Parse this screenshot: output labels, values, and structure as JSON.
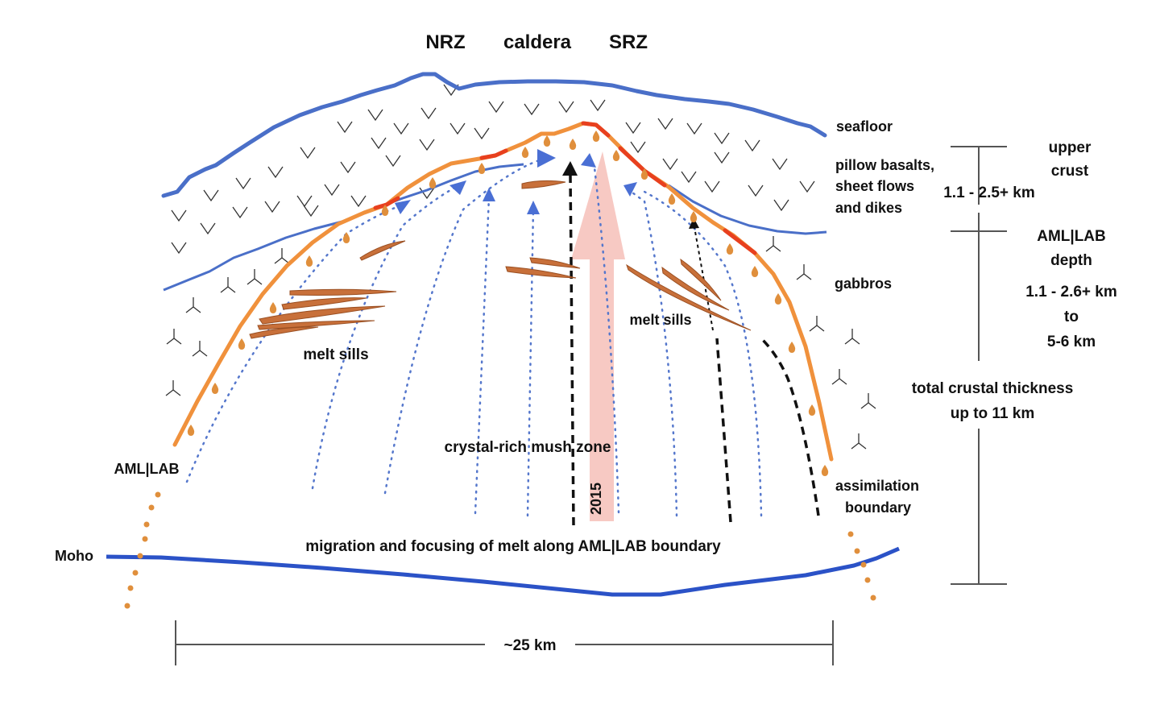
{
  "diagram": {
    "top_labels": {
      "nrz": "NRZ",
      "caldera": "caldera",
      "srz": "SRZ"
    },
    "right_labels": {
      "seafloor": "seafloor",
      "upper_crust_desc": [
        "pillow basalts,",
        "sheet flows",
        "and dikes"
      ],
      "gabbros": "gabbros",
      "assimilation_boundary": [
        "assimilation",
        "boundary"
      ]
    },
    "scale_labels": {
      "upper_crust": [
        "upper",
        "crust"
      ],
      "upper_crust_thickness": "1.1 - 2.5+ km",
      "aml_lab_depth": [
        "AML|LAB",
        "depth"
      ],
      "aml_lab_depth_range": [
        "1.1 - 2.6+ km",
        "to",
        "5-6 km"
      ],
      "total_thickness": [
        "total crustal thickness",
        "up to 11 km"
      ]
    },
    "inner_labels": {
      "melt_sills_left": "melt sills",
      "melt_sills_right": "melt sills",
      "mush_zone": "crystal-rich mush zone",
      "eruption_year": "2015",
      "migration": "migration and focusing of melt along AML|LAB boundary"
    },
    "left_labels": {
      "aml_lab": "AML|LAB",
      "moho": "Moho"
    },
    "width_scale": "~25 km",
    "colors": {
      "boundary_blue": "#4a6fc8",
      "moho_blue": "#2b52c7",
      "aml_orange": "#f0913c",
      "aml_red": "#e8401e",
      "sill_brown": "#c8703a",
      "flow_arrow_blue": "#5577cc",
      "upwelling_pink": "#f7c9c3",
      "scale_gray": "#555555"
    }
  }
}
